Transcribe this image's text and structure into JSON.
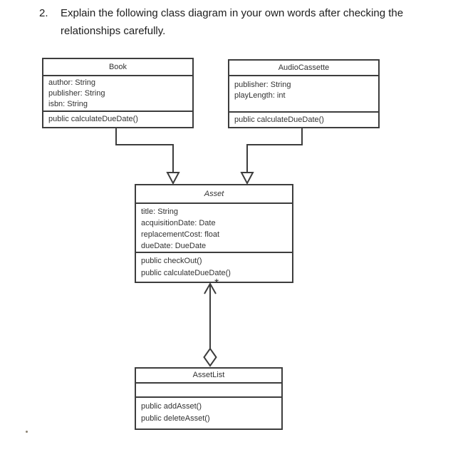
{
  "question": {
    "number": "2.",
    "line1": "Explain the following class diagram in your own words after checking the",
    "line2": "relationships carefully."
  },
  "diagram": {
    "classes": [
      {
        "name": "Book",
        "abstract": false,
        "attributes": [
          "author: String",
          "publisher: String",
          "isbn: String"
        ],
        "methods": [
          "public calculateDueDate()"
        ]
      },
      {
        "name": "AudioCassette",
        "abstract": false,
        "attributes": [
          "publisher: String",
          "playLength: int"
        ],
        "methods": [
          "public calculateDueDate()"
        ]
      },
      {
        "name": "Asset",
        "abstract": true,
        "attributes": [
          "title: String",
          "acquisitionDate: Date",
          "replacementCost: float",
          "dueDate: DueDate"
        ],
        "methods": [
          "public checkOut()",
          "public calculateDueDate()"
        ]
      },
      {
        "name": "AssetList",
        "abstract": false,
        "attributes": [],
        "methods": [
          "public addAsset()",
          "public deleteAsset()"
        ]
      }
    ],
    "relationships": [
      {
        "type": "generalization",
        "from": "Book",
        "to": "Asset"
      },
      {
        "type": "generalization",
        "from": "AudioCassette",
        "to": "Asset"
      },
      {
        "type": "aggregation",
        "from": "AssetList",
        "to": "Asset",
        "multiplicity": "*"
      }
    ],
    "colors": {
      "line": "#3d3d3d",
      "text": "#323232",
      "background": "#ffffff"
    }
  }
}
